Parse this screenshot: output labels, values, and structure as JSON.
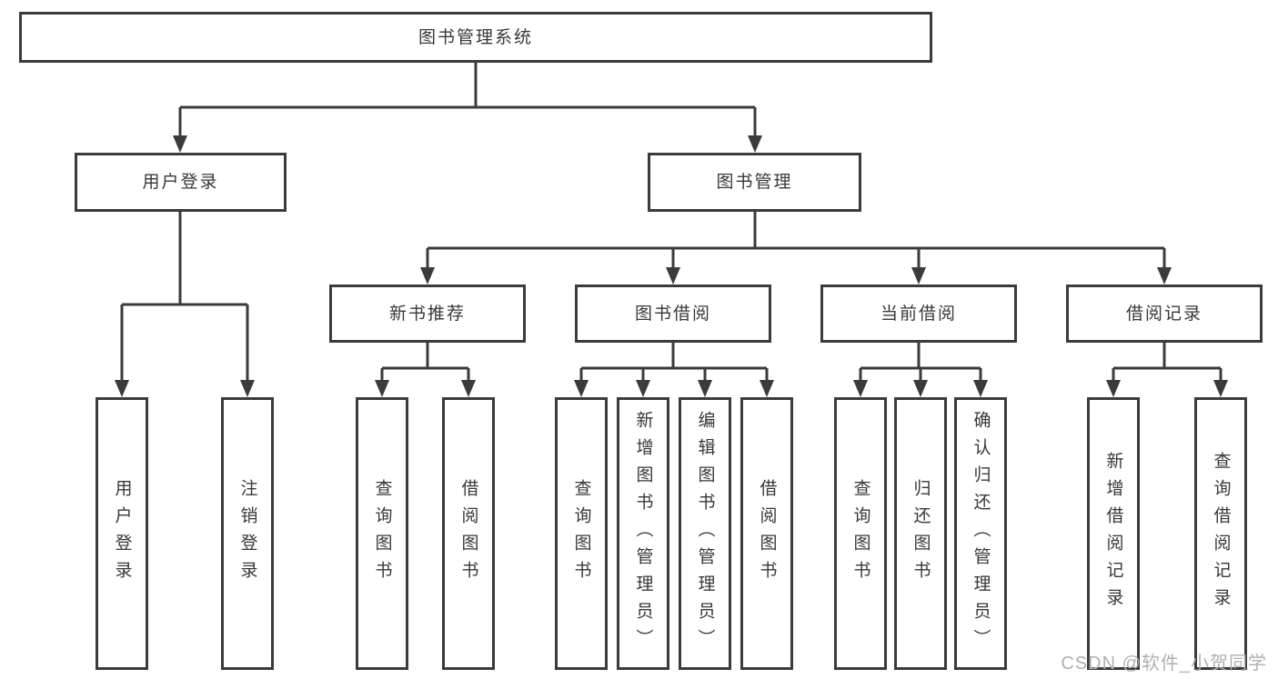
{
  "tree": {
    "root": {
      "label": "图书管理系统",
      "children": [
        {
          "label": "用户登录",
          "children": [
            {
              "label": "用户登录"
            },
            {
              "label": "注销登录"
            }
          ]
        },
        {
          "label": "图书管理",
          "children": [
            {
              "label": "新书推荐",
              "children": [
                {
                  "label": "查询图书"
                },
                {
                  "label": "借阅图书"
                }
              ]
            },
            {
              "label": "图书借阅",
              "children": [
                {
                  "label": "查询图书"
                },
                {
                  "label": "新增图书（管理员）"
                },
                {
                  "label": "编辑图书（管理员）"
                },
                {
                  "label": "借阅图书"
                }
              ]
            },
            {
              "label": "当前借阅",
              "children": [
                {
                  "label": "查询图书"
                },
                {
                  "label": "归还图书"
                },
                {
                  "label": "确认归还（管理员）"
                }
              ]
            },
            {
              "label": "借阅记录",
              "children": [
                {
                  "label": "新增借阅记录"
                },
                {
                  "label": "查询借阅记录"
                }
              ]
            }
          ]
        }
      ]
    }
  },
  "watermark": {
    "text": "CSDN @软件_小贺同学"
  },
  "colors": {
    "line": "#3b3b3b",
    "box_border": "#3b3b3b",
    "text": "#383838",
    "watermark": "#b0b0b0",
    "background": "#ffffff"
  }
}
